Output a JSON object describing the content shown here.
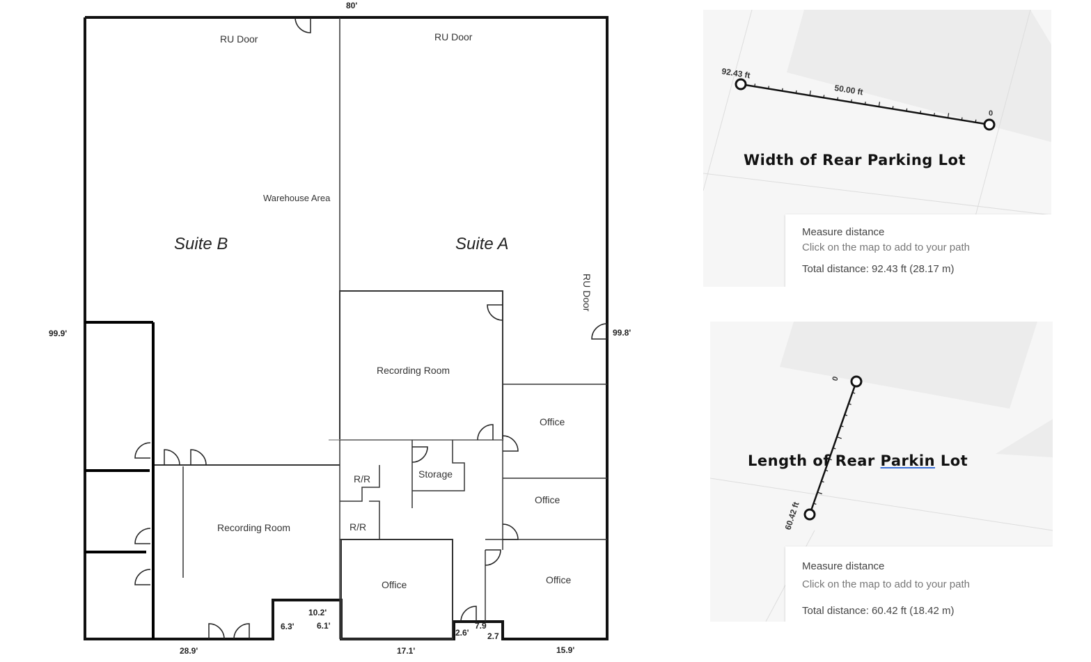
{
  "floor_plan": {
    "top_dim": "80'",
    "rooms": {
      "ru_door_b": "RU Door",
      "ru_door_a": "RU Door",
      "ru_door_side": "RU Door",
      "warehouse": "Warehouse Area",
      "suite_b": "Suite B",
      "suite_a": "Suite A",
      "recording_room_a": "Recording Room",
      "recording_room_b": "Recording Room",
      "office_1": "Office",
      "office_2": "Office",
      "office_3": "Office",
      "office_4": "Office",
      "storage": "Storage",
      "rr_1": "R/R",
      "rr_2": "R/R"
    },
    "dims": {
      "left": "99.9'",
      "right": "99.8'",
      "bottom_b": "28.9'",
      "d_63": "6.3'",
      "d_102": "10.2'",
      "d_61": "6.1'",
      "d_171": "17.1'",
      "d_26": "2.6'",
      "d_79": "7.9",
      "d_27": "2.7",
      "d_159": "15.9'"
    }
  },
  "map_width": {
    "start_label": "92.43 ft",
    "mid_label": "50.00 ft",
    "end_label": "0",
    "title": "Width of Rear Parking Lot",
    "card": {
      "heading": "Measure distance",
      "hint": "Click on the map to add to your path",
      "total": "Total distance: 92.43 ft (28.17 m)"
    }
  },
  "map_length": {
    "start_label": "60.42 ft",
    "end_label": "0",
    "title_a": "Length of Rear ",
    "title_b": "Parkin",
    "title_c": " Lot",
    "card": {
      "heading": "Measure distance",
      "hint": "Click on the map to add to your path",
      "total": "Total distance: 60.42 ft (18.42 m)"
    }
  }
}
